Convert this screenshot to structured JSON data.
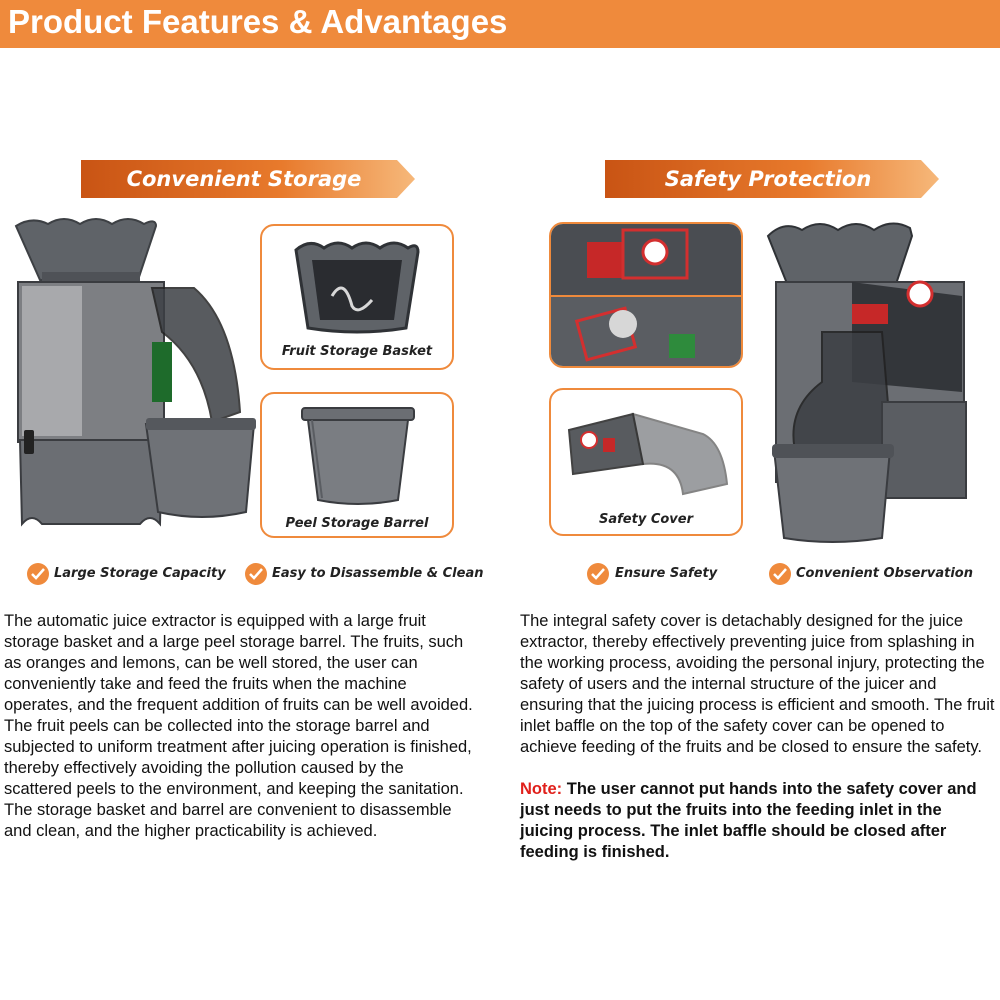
{
  "header": {
    "title": "Product Features & Advantages"
  },
  "colors": {
    "accent": "#ef8a3c",
    "note_red": "#e0201b"
  },
  "left": {
    "banner": "Convenient Storage",
    "boxes": [
      {
        "caption": "Fruit Storage Basket"
      },
      {
        "caption": "Peel Storage Barrel"
      }
    ],
    "features": [
      "Large Storage Capacity",
      "Easy to Disassemble & Clean"
    ],
    "paragraph": "The automatic juice extractor is equipped with a large fruit storage basket and a large peel storage barrel. The fruits, such as oranges and lemons, can be well stored, the user can conveniently take and feed the fruits when the machine operates, and the frequent addition of fruits can be well avoided. The fruit peels can be collected into the storage barrel and subjected to uniform treatment after juicing operation is finished, thereby effectively avoiding the pollution caused by the scattered peels to the environment, and keeping the sanitation. The storage basket and barrel are convenient to disassemble and clean, and the higher practicability is achieved."
  },
  "right": {
    "banner": "Safety Protection",
    "boxes": [
      {
        "caption": "Safety Cover"
      }
    ],
    "features": [
      "Ensure Safety",
      "Convenient Observation"
    ],
    "paragraph": "The integral safety cover is detachably designed for the juice extractor, thereby effectively preventing juice from splashing in the working process, avoiding the personal injury, protecting the safety of users and the internal structure of the juicer and ensuring that the juicing process is efficient and smooth. The fruit inlet baffle on the top of the safety cover can be opened to achieve feeding of the fruits and be closed to ensure the safety.",
    "note_label": "Note:",
    "note_text": " The user cannot put hands into the safety cover and just needs to put the fruits into the feeding inlet in the juicing process. The inlet baffle should be closed after feeding is finished."
  }
}
